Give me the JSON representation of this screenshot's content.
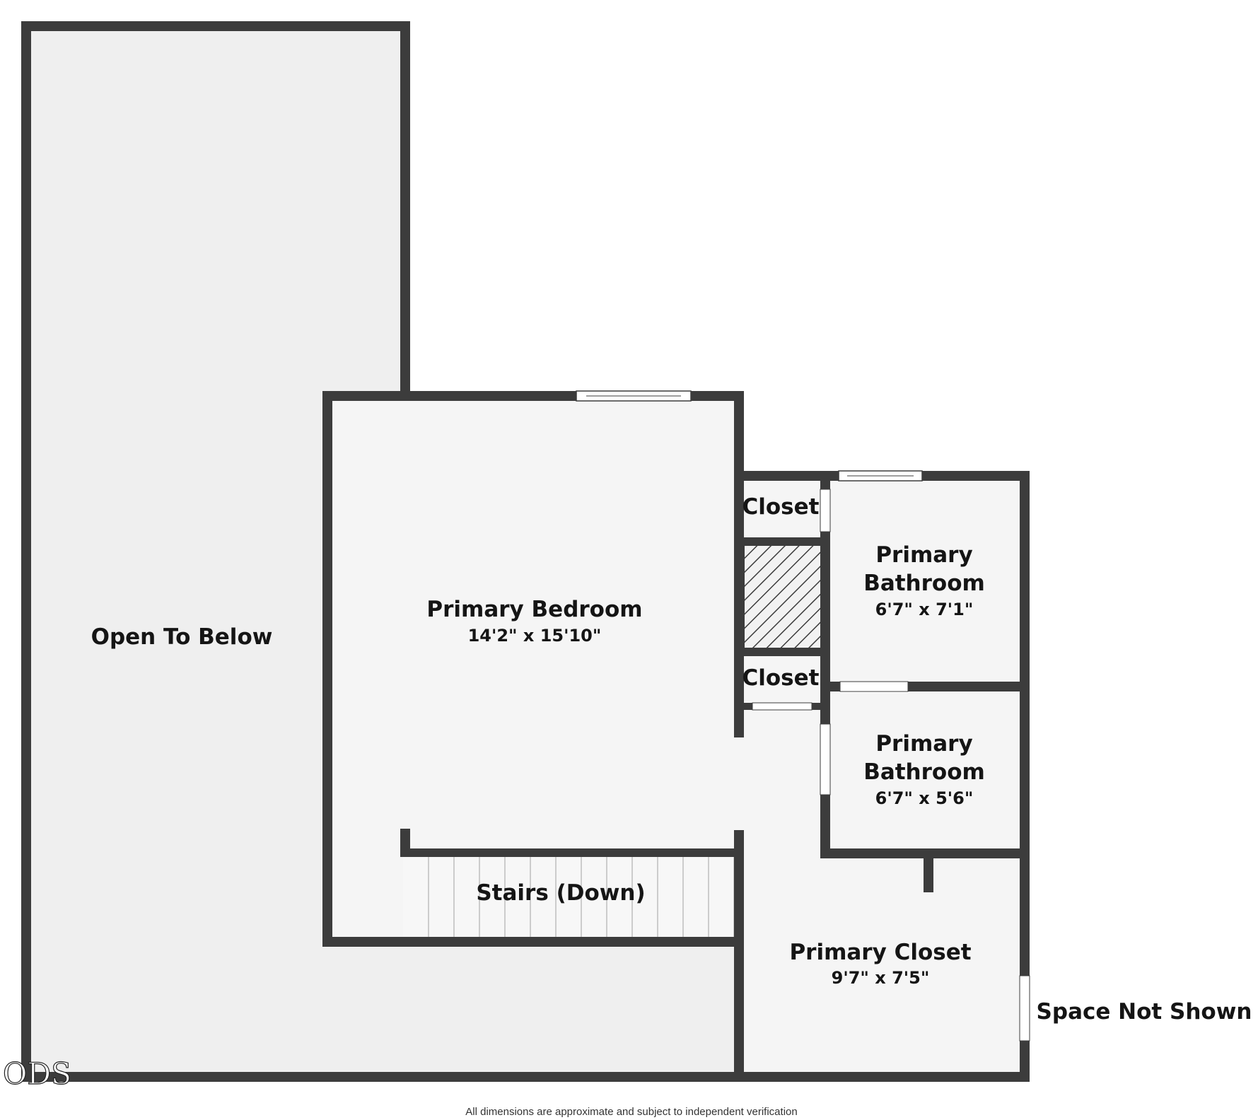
{
  "rooms": {
    "open_to_below": {
      "name": "Open To Below"
    },
    "primary_bedroom": {
      "name": "Primary Bedroom",
      "dims": "14'2\" x 15'10\""
    },
    "closet_upper": {
      "name": "Closet"
    },
    "closet_lower": {
      "name": "Closet"
    },
    "primary_bathroom_upper": {
      "name_line1": "Primary",
      "name_line2": "Bathroom",
      "dims": "6'7\" x 7'1\""
    },
    "primary_bathroom_lower": {
      "name_line1": "Primary",
      "name_line2": "Bathroom",
      "dims": "6'7\" x 5'6\""
    },
    "stairs": {
      "name": "Stairs (Down)"
    },
    "primary_closet": {
      "name": "Primary Closet",
      "dims": "9'7\" x 7'5\""
    },
    "space_not_shown": {
      "name": "Space Not Shown"
    }
  },
  "logo": "ODS",
  "disclaimer": "All dimensions are approximate and subject to independent verification",
  "colors": {
    "wall": "#3c3c3c",
    "floor_open": "#efefef",
    "floor_room": "#f5f5f5",
    "background": "#ffffff"
  }
}
